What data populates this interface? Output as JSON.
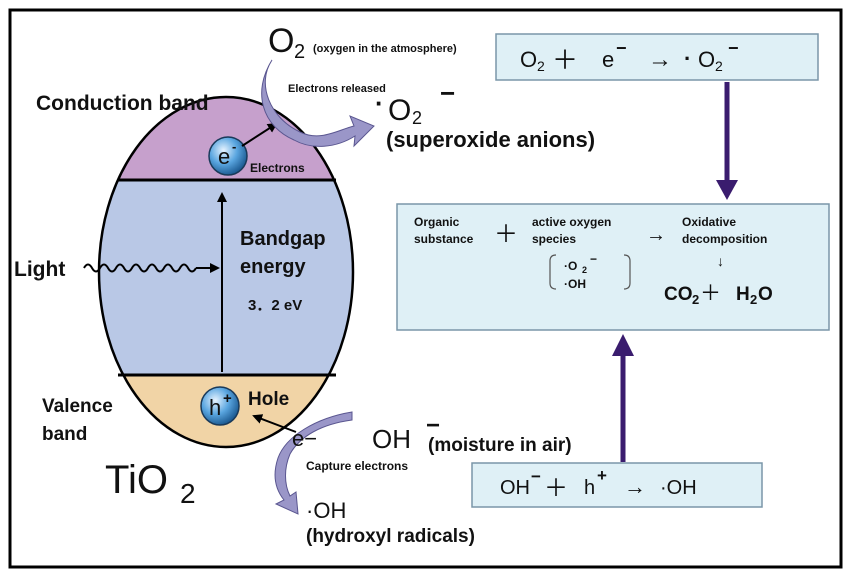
{
  "band": {
    "conduction": "Conduction band",
    "valence_line1": "Valence",
    "valence_line2": "band",
    "electron_symbol": "e",
    "electron_sup": "-",
    "electrons_label": "Electrons",
    "hole_symbol": "h",
    "hole_sup": "+",
    "hole_label": "Hole",
    "bandgap_line1": "Bandgap",
    "bandgap_line2": "energy",
    "bandgap_value": "3．2 eV",
    "light": "Light",
    "material_main": "TiO",
    "material_sub": "2"
  },
  "top_reaction": {
    "o2_main": "O",
    "o2_sub": "2",
    "o2_note": "(oxygen in the atmosphere)",
    "released": "Electrons released",
    "dot": "·",
    "product_main": "O",
    "product_sub": "2",
    "product_sup": "−",
    "product_name": "(superoxide anions)"
  },
  "bottom_reaction": {
    "electron": "e−",
    "oh_main": "OH",
    "oh_sup": "−",
    "oh_note": "(moisture in air)",
    "capture": "Capture electrons",
    "product": "·OH",
    "product_name": "(hydroxyl radicals)"
  },
  "equation_top": {
    "o2_main": "O",
    "o2_sub": "2",
    "plus": "＋",
    "e": "e",
    "e_sup": "−",
    "arrow": "→",
    "dot": "·",
    "prod_main": "O",
    "prod_sub": "2",
    "prod_sup": "−"
  },
  "equation_bottom": {
    "oh": "OH",
    "oh_sup": "−",
    "plus": "＋",
    "h": "h",
    "h_sup": "+",
    "arrow": "→",
    "product": "·OH"
  },
  "center_box": {
    "organic_line1": "Organic",
    "organic_line2": "substance",
    "plus": "＋",
    "active_line1": "active oxygen",
    "active_line2": "species",
    "species_1_main": "·O",
    "species_1_sub": "2",
    "species_1_sup": "−",
    "species_2": "·OH",
    "arrow": "→",
    "oxidative_line1": "Oxidative",
    "oxidative_line2": "decomposition",
    "small_arrow": "↓",
    "co2_main": "CO",
    "co2_sub": "2",
    "plus2": "＋",
    "h2o_h": "H",
    "h2o_sub": "2",
    "h2o_o": "O"
  },
  "colors": {
    "conduction_fill": "#c6a0cc",
    "bandgap_fill": "#b9c8e6",
    "valence_fill": "#f1d4a6",
    "box_fill": "#dff0f6",
    "box_border": "#7a96a8",
    "flow_arrow": "#3a1c6e",
    "curve_arrow": "#9a96c8"
  }
}
